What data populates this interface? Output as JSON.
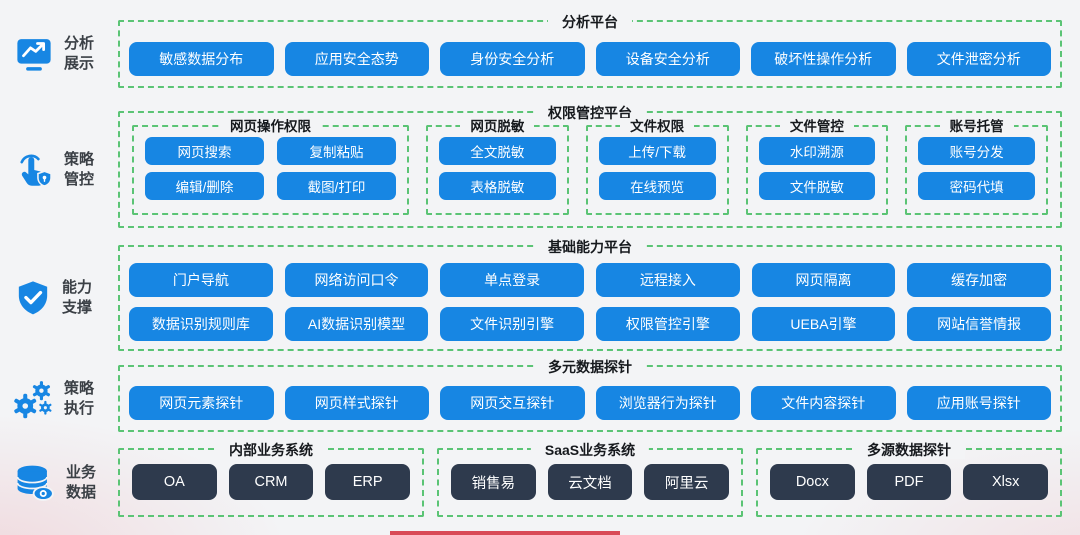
{
  "sidebar": {
    "items": [
      {
        "line1": "分析",
        "line2": "展示",
        "icon": "monitor-chart-icon"
      },
      {
        "line1": "策略",
        "line2": "管控",
        "icon": "touch-shield-icon"
      },
      {
        "line1": "能力",
        "line2": "支撑",
        "icon": "shield-check-icon"
      },
      {
        "line1": "策略",
        "line2": "执行",
        "icon": "gears-icon"
      },
      {
        "line1": "业务",
        "line2": "数据",
        "icon": "database-eye-icon"
      }
    ]
  },
  "analysis_platform": {
    "title": "分析平台",
    "blocks": [
      "敏感数据分布",
      "应用安全态势",
      "身份安全分析",
      "设备安全分析",
      "破坏性操作分析",
      "文件泄密分析"
    ]
  },
  "permission_platform": {
    "title": "权限管控平台",
    "groups": [
      {
        "title": "网页操作权限",
        "blocks": [
          "网页搜索",
          "复制粘贴",
          "编辑/删除",
          "截图/打印"
        ]
      },
      {
        "title": "网页脱敏",
        "blocks": [
          "全文脱敏",
          "表格脱敏"
        ]
      },
      {
        "title": "文件权限",
        "blocks": [
          "上传/下载",
          "在线预览"
        ]
      },
      {
        "title": "文件管控",
        "blocks": [
          "水印溯源",
          "文件脱敏"
        ]
      },
      {
        "title": "账号托管",
        "blocks": [
          "账号分发",
          "密码代填"
        ]
      }
    ]
  },
  "capability_platform": {
    "title": "基础能力平台",
    "row1": [
      "门户导航",
      "网络访问口令",
      "单点登录",
      "远程接入",
      "网页隔离",
      "缓存加密"
    ],
    "row2": [
      "数据识别规则库",
      "AI数据识别模型",
      "文件识别引擎",
      "权限管控引擎",
      "UEBA引擎",
      "网站信誉情报"
    ]
  },
  "probe_platform": {
    "title": "多元数据探针",
    "blocks": [
      "网页元素探针",
      "网页样式探针",
      "网页交互探针",
      "浏览器行为探针",
      "文件内容探针",
      "应用账号探针"
    ]
  },
  "data_layer": {
    "groups": [
      {
        "title": "内部业务系统",
        "blocks": [
          "OA",
          "CRM",
          "ERP"
        ]
      },
      {
        "title": "SaaS业务系统",
        "blocks": [
          "销售易",
          "云文档",
          "阿里云"
        ]
      },
      {
        "title": "多源数据探针",
        "blocks": [
          "Docx",
          "PDF",
          "Xlsx"
        ]
      }
    ]
  },
  "colors": {
    "block_blue": "#1786e3",
    "block_dark": "#2e3a4d",
    "dashed_border_green": "#5bc475",
    "background": "#f3f4f6",
    "accent_red": "#d94a57"
  }
}
